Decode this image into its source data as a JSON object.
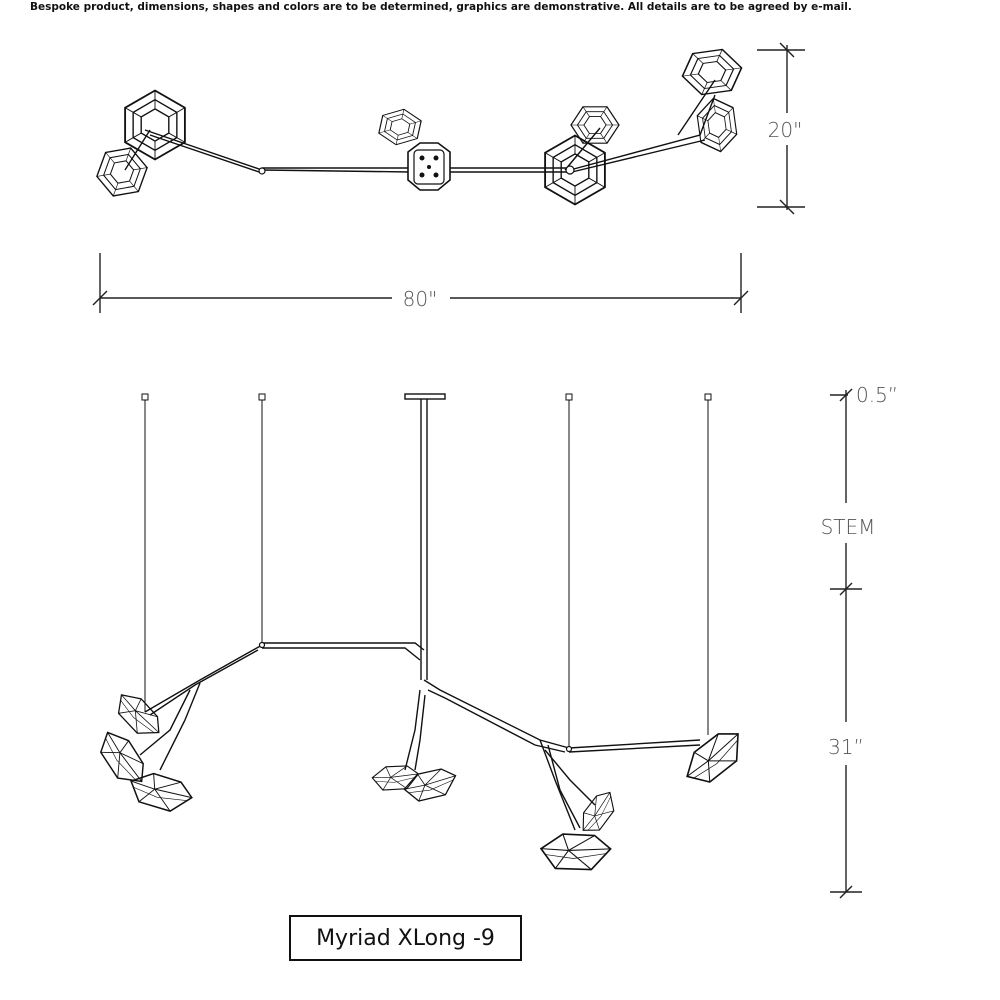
{
  "disclaimer": "Bespoke product, dimensions, shapes and colors are to be determined, graphics are demonstrative. All details are to be agreed by e-mail.",
  "top_view": {
    "height_label": "20\"",
    "width_label": "80\""
  },
  "side_view": {
    "canopy_label": "0.5”",
    "stem_label": "STEM",
    "drop_label": "31”"
  },
  "product_name": "Myriad XLong -9",
  "colors": {
    "line": "#111111",
    "dim_line": "#222222"
  }
}
